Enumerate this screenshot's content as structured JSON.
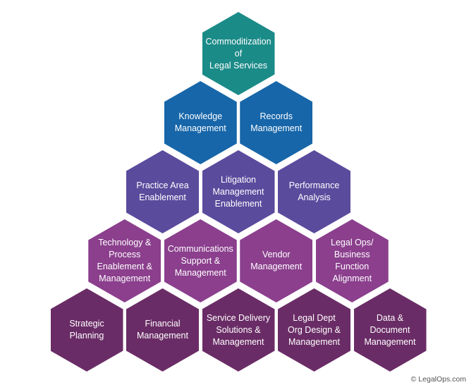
{
  "colors": {
    "row1": "#1b8b88",
    "row2": "#1766a9",
    "row3": "#5b4b9d",
    "row4": "#8b3f8d",
    "row5": "#6a2c66"
  },
  "rows": [
    [
      "Commoditization\nof\nLegal Services"
    ],
    [
      "Knowledge\nManagement",
      "Records\nManagement"
    ],
    [
      "Practice Area\nEnablement",
      "Litigation\nManagement\nEnablement",
      "Performance\nAnalysis"
    ],
    [
      "Technology &\nProcess\nEnablement &\nManagement",
      "Communications\nSupport &\nManagement",
      "Vendor\nManagement",
      "Legal Ops/\nBusiness\nFunction\nAlignment"
    ],
    [
      "Strategic\nPlanning",
      "Financial\nManagement",
      "Service Delivery\nSolutions &\nManagement",
      "Legal Dept\nOrg Design &\nManagement",
      "Data &\nDocument\nManagement"
    ]
  ],
  "copyright": "© LegalOps.com"
}
